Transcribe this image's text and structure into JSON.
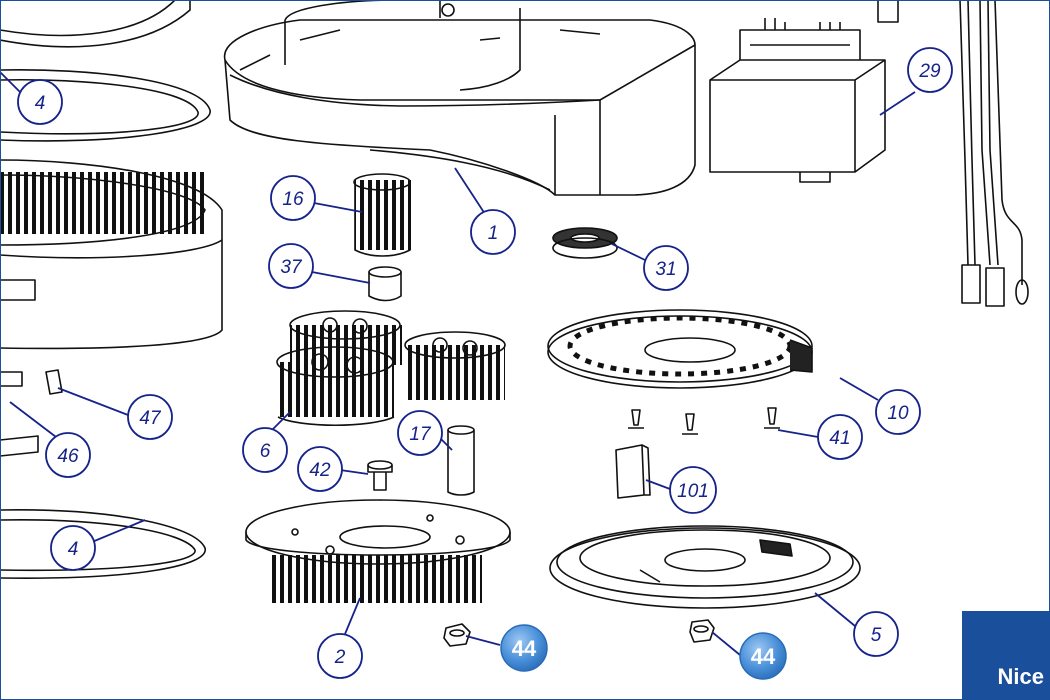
{
  "callouts": [
    {
      "label": "4"
    },
    {
      "label": "1"
    },
    {
      "label": "29"
    },
    {
      "label": "16"
    },
    {
      "label": "37"
    },
    {
      "label": "31"
    },
    {
      "label": "47"
    },
    {
      "label": "46"
    },
    {
      "label": "6"
    },
    {
      "label": "17"
    },
    {
      "label": "42"
    },
    {
      "label": "10"
    },
    {
      "label": "41"
    },
    {
      "label": "101"
    },
    {
      "label": "4"
    },
    {
      "label": "2"
    },
    {
      "label": "5"
    },
    {
      "label": "44"
    },
    {
      "label": "44"
    }
  ],
  "brand": {
    "name": "Nice",
    "color": "#1a4f9c"
  },
  "colors": {
    "callout_stroke": "#16238a",
    "highlight_fill": "#4a90d9",
    "line_art": "#111111"
  }
}
